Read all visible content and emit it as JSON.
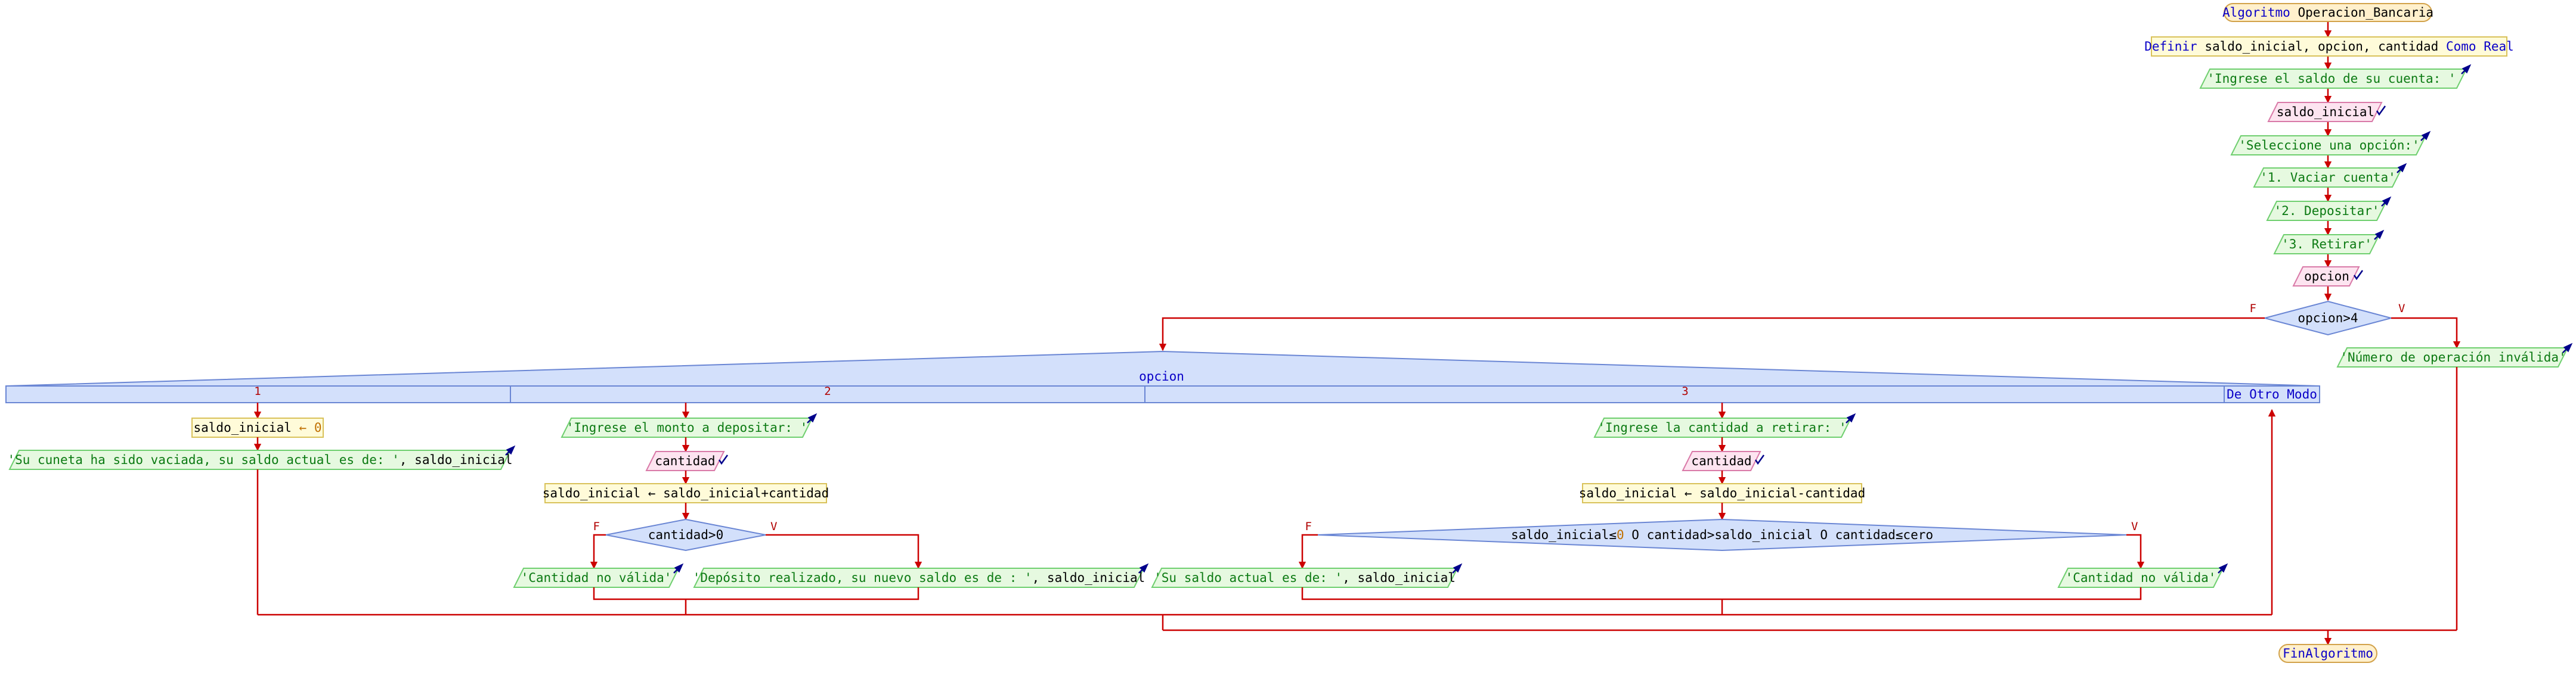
{
  "title": {
    "kw": "Algoritmo",
    "name": "Operacion_Bancaria"
  },
  "define": {
    "kw": "Definir",
    "vars": "saldo_inicial, opcion, cantidad",
    "como": "Como",
    "type": "Real"
  },
  "steps": {
    "prompt_saldo": "'Ingrese el saldo de su cuenta: '",
    "read_saldo": "saldo_inicial",
    "prompt_opcion": "'Seleccione una opción:'",
    "menu1": "'1. Vaciar cuenta'",
    "menu2": "'2. Depositar'",
    "menu3": "'3. Retirar'",
    "read_opcion": "opcion"
  },
  "cond_main": {
    "text": "opcion>4",
    "f": "F",
    "v": "V",
    "invalid": "'Número de operación inválida'"
  },
  "switch": {
    "var": "opcion",
    "case1": "1",
    "case2": "2",
    "case3": "3",
    "default": "De Otro Modo"
  },
  "case1": {
    "assign_var": "saldo_inicial",
    "assign_arrow": "←",
    "assign_val": "0",
    "msg_str": "'Su cuneta ha sido vaciada, su saldo actual es de: '",
    "msg_var": ", saldo_inicial"
  },
  "case2": {
    "prompt": "'Ingrese el monto a depositar: '",
    "read": "cantidad",
    "assign": "saldo_inicial ← saldo_inicial+cantidad",
    "cond": "cantidad>0",
    "f": "F",
    "v": "V",
    "false_msg": "'Cantidad no válida'",
    "true_str": "'Depósito realizado, su nuevo saldo es de : '",
    "true_var": ", saldo_inicial"
  },
  "case3": {
    "prompt": "'Ingrese la cantidad a retirar: '",
    "read": "cantidad",
    "assign": "saldo_inicial ← saldo_inicial-cantidad",
    "cond_a": "saldo_inicial≤",
    "cond_b": "0",
    "cond_c": " O cantidad>saldo_inicial O cantidad≤cero",
    "f": "F",
    "v": "V",
    "false_str": "'Su saldo actual es de: '",
    "false_var": ", saldo_inicial",
    "true_msg": "'Cantidad no válida'"
  },
  "end": "FinAlgoritmo",
  "colors": {
    "flow": "#cc0000",
    "process_fill": "#fffbd9",
    "process_stroke": "#d9c25a",
    "io_fill": "#e6f9e0",
    "io_stroke": "#6fcf6f",
    "read_fill": "#fde4f0",
    "read_stroke": "#d97aa8",
    "decision_fill": "#d3e0fb",
    "decision_stroke": "#6a86d4",
    "terminal_fill": "#fff0cc",
    "terminal_stroke": "#d2a24a"
  }
}
